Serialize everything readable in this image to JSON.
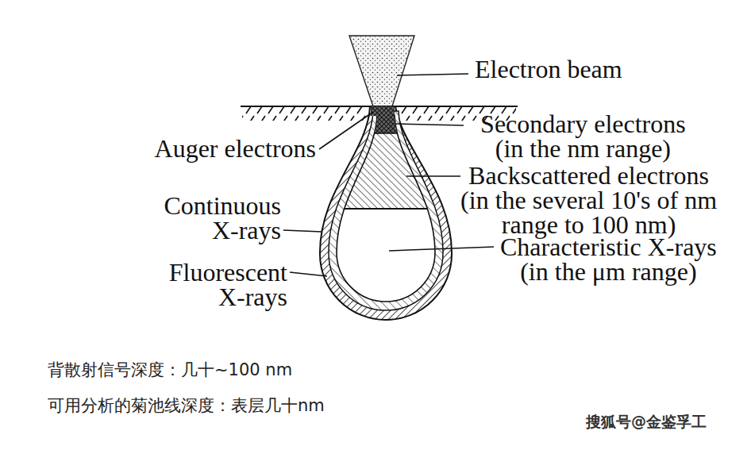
{
  "diagram": {
    "labels": [
      "Electron beam",
      "Secondary electrons (in the nm range)",
      "Auger electrons",
      "Backscattered electrons (in the several 10's of nm range to 100 nm)",
      "Continuous X-rays",
      "Characteristic X-rays (in the μm range)",
      "Fluorescent X-rays",
      "背散射信号深度：几十~100 nm",
      "可用分析的菊池线深度：表层几十nm",
      "搜狐号@金鉴孚工"
    ]
  }
}
